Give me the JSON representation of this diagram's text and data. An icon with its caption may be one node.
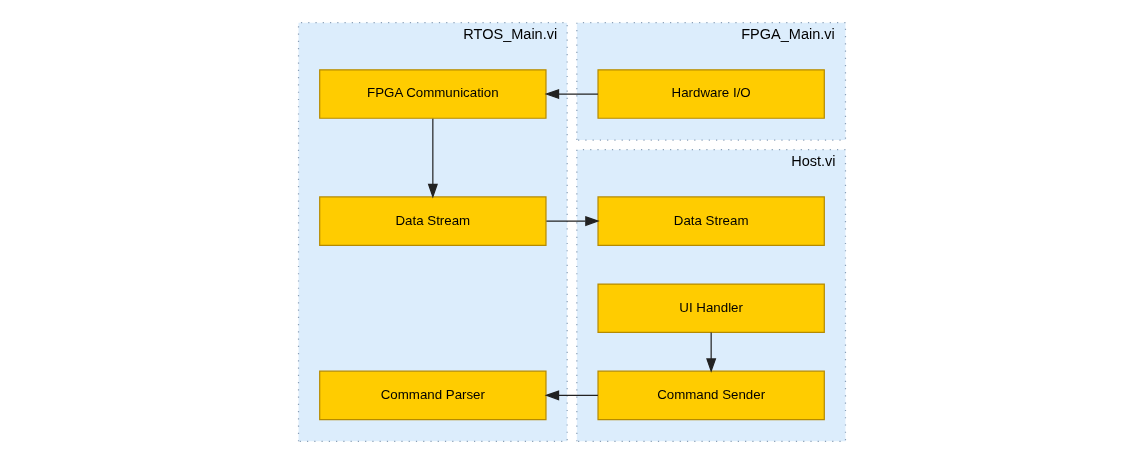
{
  "diagram": {
    "nodes": [
      {
        "text": [
          "Host.vi"
        ]
      },
      {
        "text": [
          "Data Stream"
        ],
        "in": 0
      },
      {
        "text": [
          "UI Handler"
        ],
        "in": 0
      },
      {
        "text": [
          "Command Sender"
        ],
        "in": 0
      },
      {
        "text": [
          "RTOS_Main.vi"
        ]
      },
      {
        "text": [
          "FPGA Communication"
        ],
        "in": 4
      },
      {
        "text": [
          "Data Stream"
        ],
        "in": 4
      },
      {
        "text": [
          "Command Parser"
        ],
        "in": 4
      },
      {
        "text": [
          "FPGA_Main.vi"
        ]
      },
      {
        "text": [
          "Hardware I/O"
        ],
        "in": 8
      }
    ],
    "edges": [
      {
        "from": 9,
        "to": 5,
        "arrow": "to"
      },
      {
        "from": 5,
        "to": 6,
        "arrow": "to"
      },
      {
        "from": 6,
        "to": 1,
        "arrow": "to"
      },
      {
        "from": 2,
        "to": 3,
        "arrow": "to"
      },
      {
        "from": 3,
        "to": 7,
        "arrow": "to"
      }
    ]
  }
}
